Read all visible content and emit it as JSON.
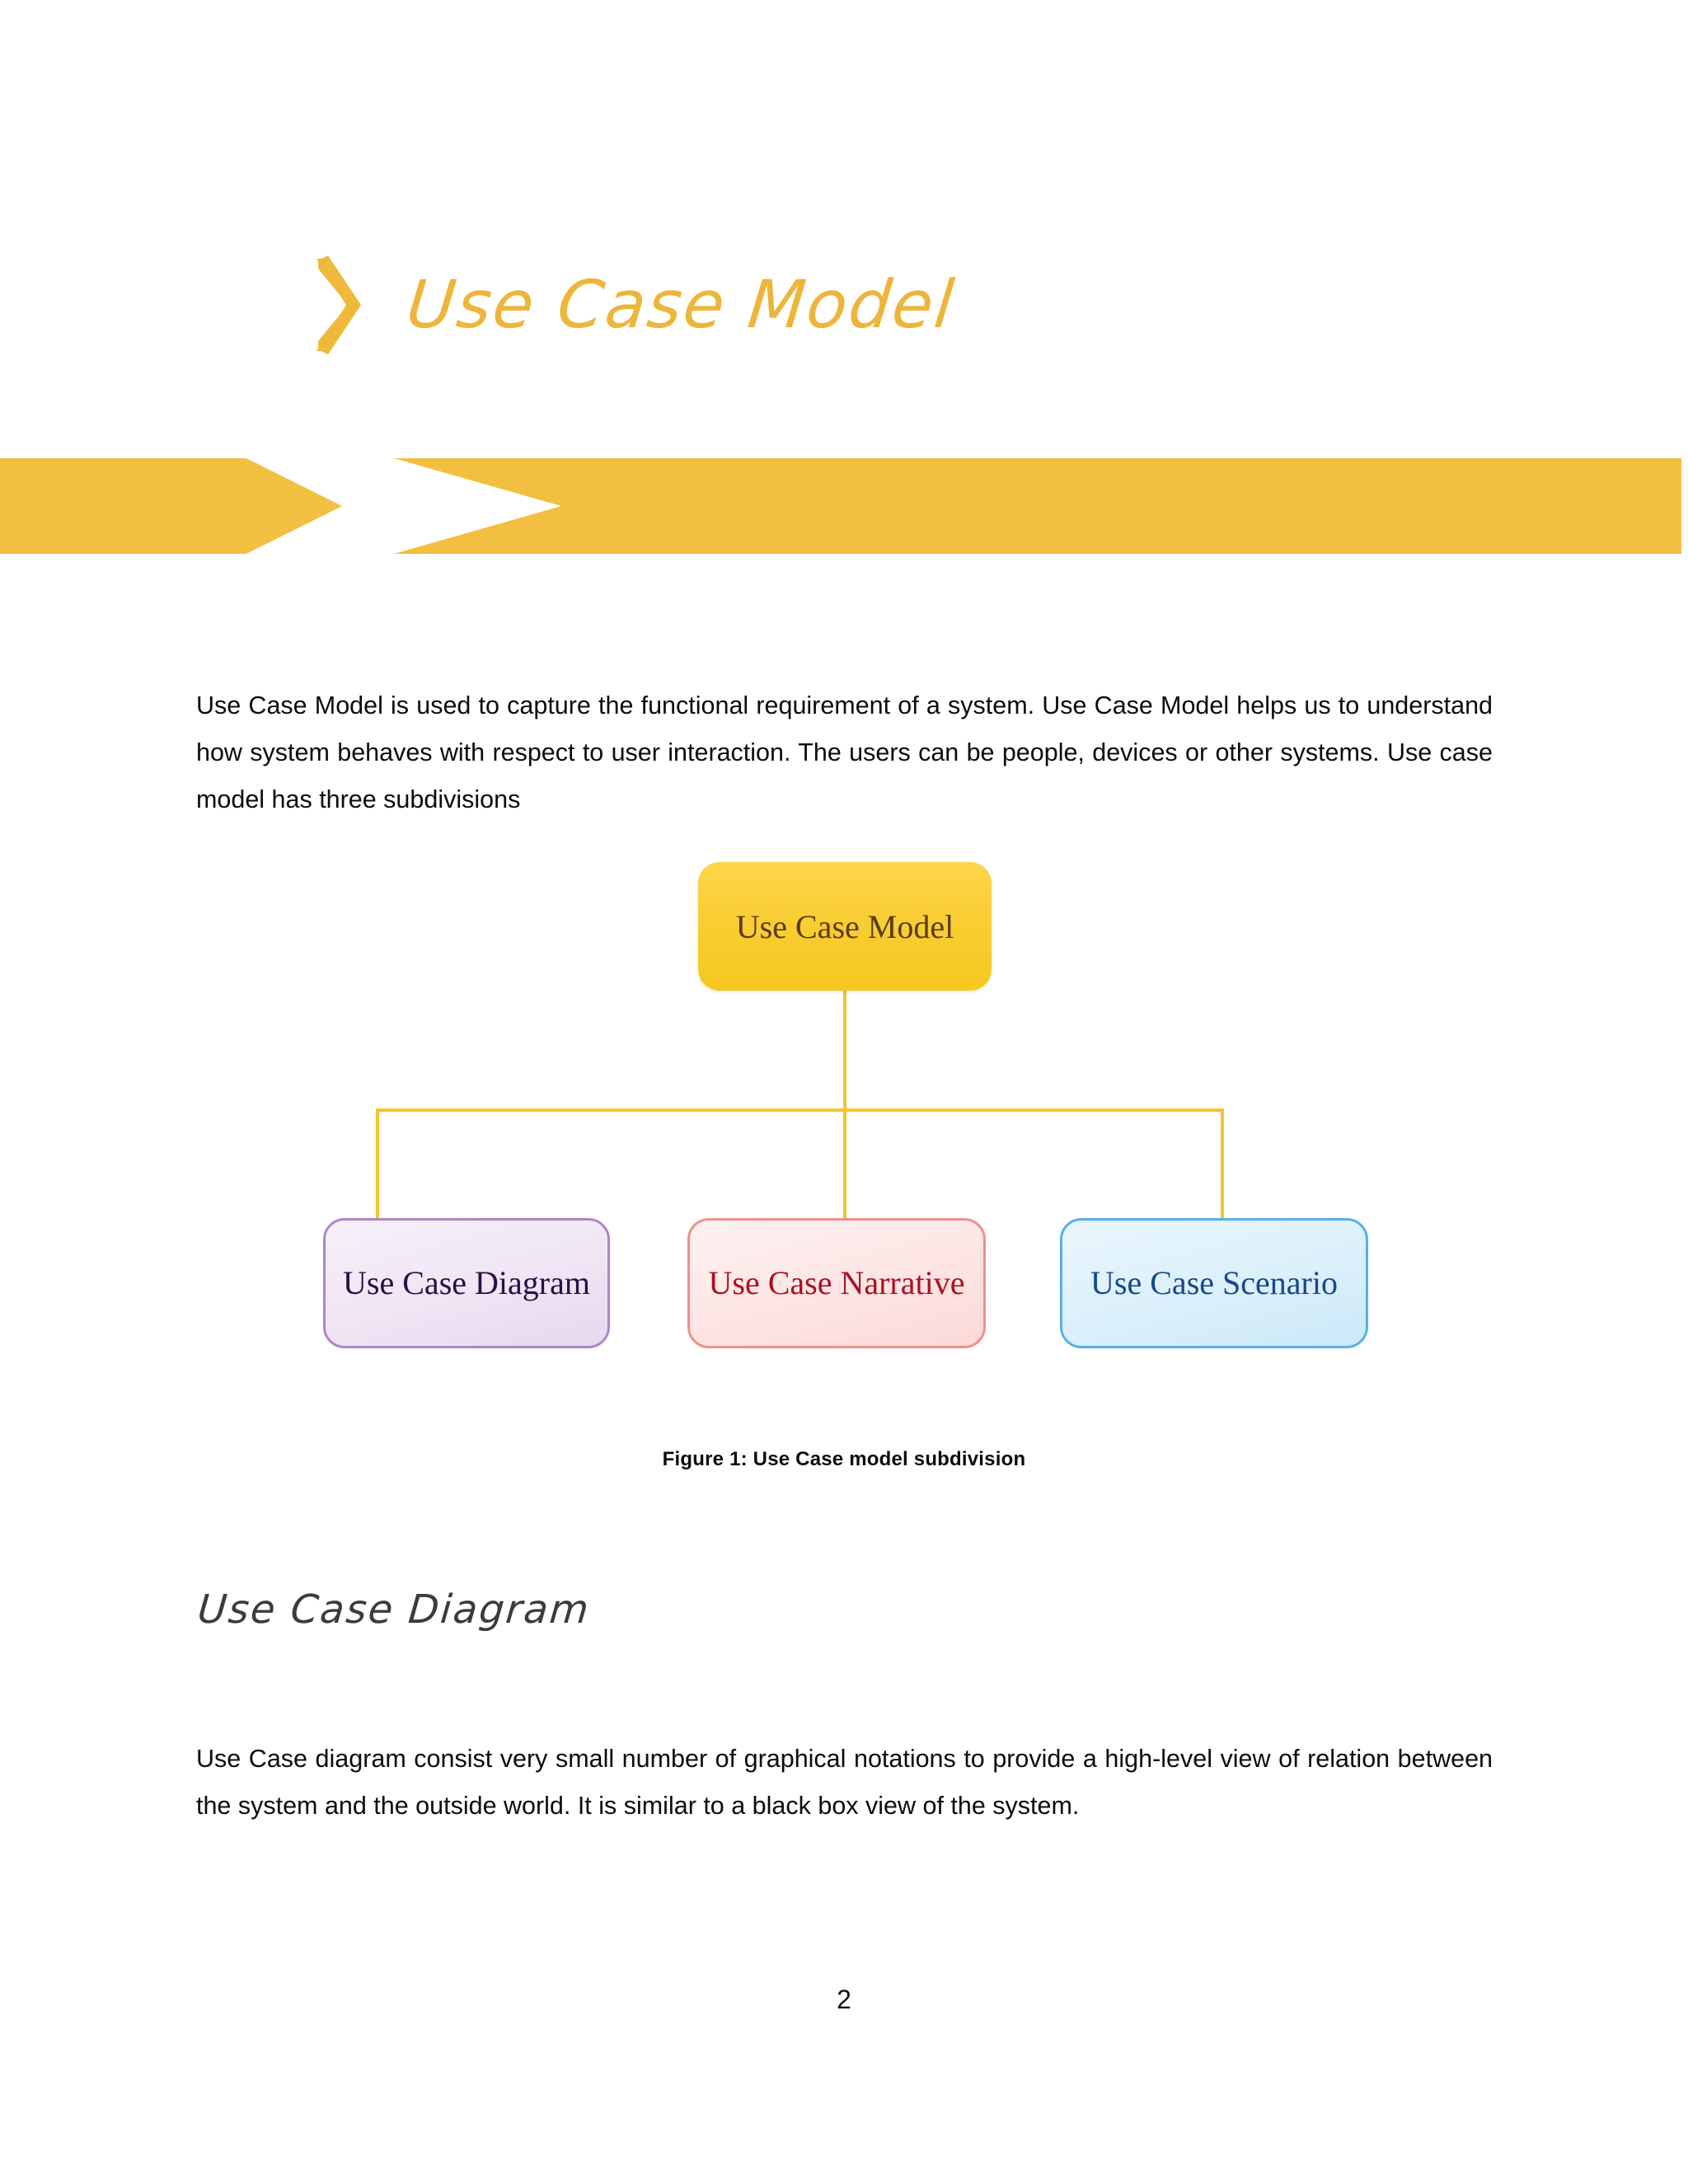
{
  "document": {
    "title": "Use Case Model",
    "title_icon": "chevron-right-icon",
    "accent_color": "#f2bf40",
    "page_number": "2"
  },
  "body": {
    "paragraph_1": "Use Case Model is used to capture the functional requirement of a system. Use Case Model helps us to understand how system behaves with respect to user interaction. The users can be people, devices or other systems. Use case model has three subdivisions",
    "section_heading": "Use Case Diagram",
    "paragraph_2": "Use Case diagram consist very small number of graphical notations to provide a high-level view of relation between the system and the outside world. It is similar to a black box view of the system."
  },
  "figure": {
    "caption": "Figure 1: Use Case model subdivision",
    "root": {
      "label": "Use Case Model",
      "fill": "#facd33",
      "text_color": "#5a3c10"
    },
    "children": [
      {
        "label": "Use Case Diagram",
        "fill": "#efe5f4",
        "border": "#b085c7",
        "text_color": "#2b0f46"
      },
      {
        "label": "Use Case Narrative",
        "fill": "#fde5e4",
        "border": "#f08f8c",
        "text_color": "#ae1020"
      },
      {
        "label": "Use Case Scenario",
        "fill": "#dbf0fb",
        "border": "#58b0e8",
        "text_color": "#17478e"
      }
    ],
    "connector_color": "#f5c52a"
  }
}
